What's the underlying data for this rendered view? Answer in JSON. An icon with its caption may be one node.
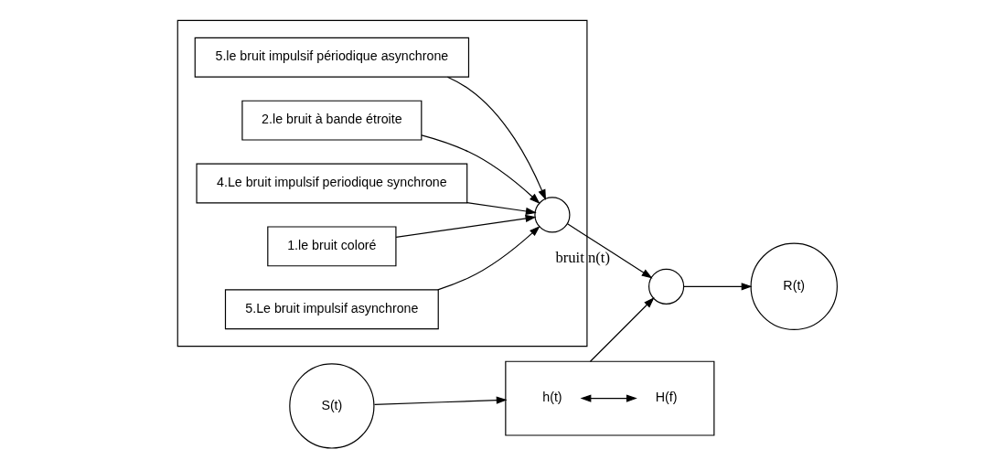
{
  "diagram": {
    "nodes": [
      {
        "text": [],
        "shape": "box"
      },
      {
        "text": [
          "5.le bruit impulsif périodique asynchrone"
        ],
        "in": 0
      },
      {
        "text": [
          "2.le bruit à bande étroite"
        ],
        "in": 0
      },
      {
        "text": [
          "4.Le bruit impulsif periodique synchrone"
        ],
        "in": 0
      },
      {
        "text": [
          "1.le bruit coloré"
        ],
        "in": 0
      },
      {
        "text": [
          "5.Le bruit impulsif asynchrone"
        ],
        "in": 0
      },
      {
        "text": [],
        "shape": "circle",
        "in": 0
      },
      {
        "text": [
          "S(t)"
        ]
      },
      {
        "text": [],
        "shape": "box"
      },
      {
        "text": [
          "h(t)"
        ],
        "in": 8
      },
      {
        "text": [
          "H(f)"
        ],
        "in": 8
      },
      {
        "text": [],
        "shape": "circle"
      },
      {
        "text": [
          "R(t)"
        ]
      }
    ],
    "edges": [
      {
        "from": 1,
        "to": 6,
        "arrow": "to"
      },
      {
        "from": 2,
        "to": 6,
        "arrow": "to"
      },
      {
        "from": 3,
        "to": 6,
        "arrow": "to"
      },
      {
        "from": 4,
        "to": 6,
        "arrow": "to"
      },
      {
        "from": 5,
        "to": 6,
        "arrow": "to"
      },
      {
        "from": 6,
        "to": 11,
        "arrow": "to",
        "label": "bruit n(t)"
      },
      {
        "from": 7,
        "to": 8,
        "arrow": "to"
      },
      {
        "from": 9,
        "to": 10,
        "arrow": "both"
      },
      {
        "from": 8,
        "to": 11,
        "arrow": "to"
      },
      {
        "from": 11,
        "to": 12,
        "arrow": "to"
      }
    ]
  }
}
